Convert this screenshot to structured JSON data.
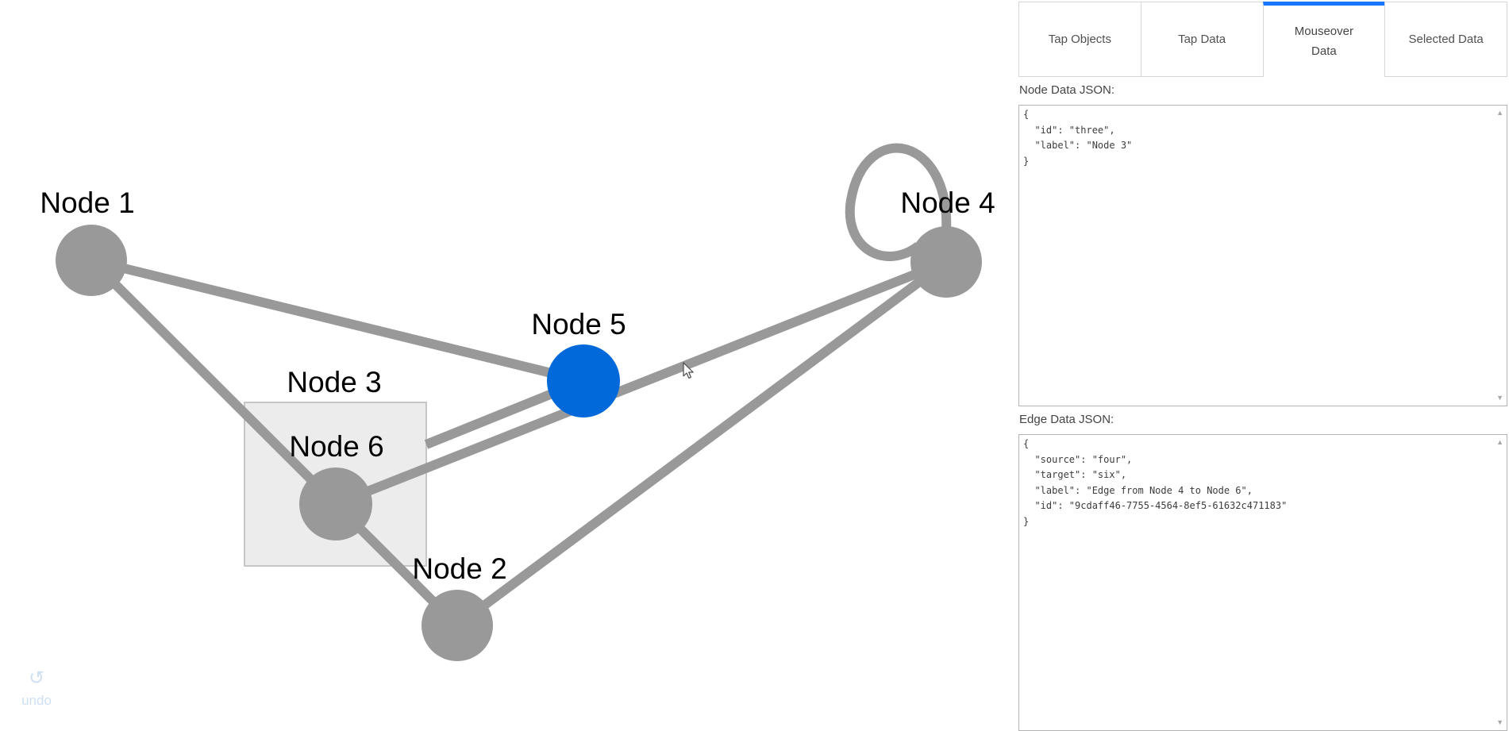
{
  "graph": {
    "edge_color": "#999999",
    "nodes": [
      {
        "id": "one",
        "label": "Node 1",
        "color": "#999999",
        "shape": "circle"
      },
      {
        "id": "two",
        "label": "Node 2",
        "color": "#999999",
        "shape": "circle"
      },
      {
        "id": "three",
        "label": "Node 3",
        "color": "#ececec",
        "shape": "compound-rectangle"
      },
      {
        "id": "four",
        "label": "Node 4",
        "color": "#999999",
        "shape": "circle"
      },
      {
        "id": "five",
        "label": "Node 5",
        "color": "#0169d9",
        "shape": "circle",
        "state": "selected"
      },
      {
        "id": "six",
        "label": "Node 6",
        "color": "#999999",
        "shape": "circle"
      }
    ],
    "edges": [
      {
        "source": "one",
        "target": "five"
      },
      {
        "source": "one",
        "target": "two"
      },
      {
        "source": "two",
        "target": "four"
      },
      {
        "source": "three",
        "target": "five"
      },
      {
        "source": "four",
        "target": "six"
      },
      {
        "source": "four",
        "target": "four",
        "shape": "self-loop"
      }
    ]
  },
  "tabs": [
    {
      "label": "Tap Objects",
      "active": false
    },
    {
      "label": "Tap Data",
      "active": false
    },
    {
      "label": "Mouseover Data",
      "active": true
    },
    {
      "label": "Selected Data",
      "active": false
    }
  ],
  "panel": {
    "node_section_label": "Node Data JSON:",
    "node_json": "{\n  \"id\": \"three\",\n  \"label\": \"Node 3\"\n}",
    "edge_section_label": "Edge Data JSON:",
    "edge_json": "{\n  \"source\": \"four\",\n  \"target\": \"six\",\n  \"label\": \"Edge from Node 4 to Node 6\",\n  \"id\": \"9cdaff46-7755-4564-8ef5-61632c471183\"\n}"
  },
  "undo": {
    "label": "undo",
    "icon": "↺"
  },
  "colors": {
    "accent_tab": "#1975fa",
    "selected_node": "#0169d9",
    "node_gray": "#999999",
    "undo_disabled": "#cfe0f2"
  }
}
